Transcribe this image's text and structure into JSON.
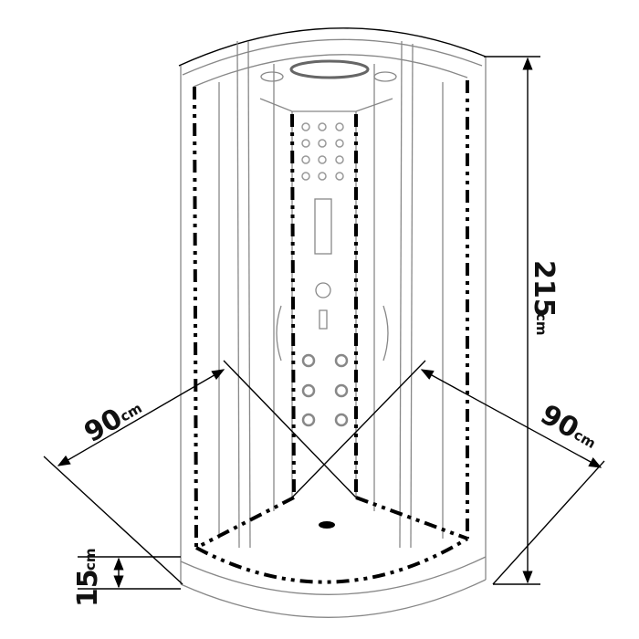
{
  "dimensions": {
    "height": {
      "value": "215",
      "unit": "cm"
    },
    "width_left": {
      "value": "90",
      "unit": "cm"
    },
    "width_right": {
      "value": "90",
      "unit": "cm"
    },
    "tray_height": {
      "value": "15",
      "unit": "cm"
    }
  }
}
